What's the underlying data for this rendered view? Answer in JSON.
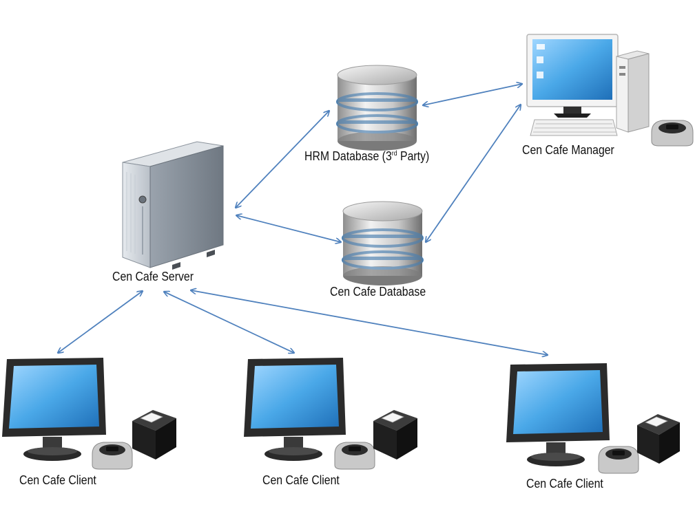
{
  "nodes": {
    "server": {
      "label": "Cen Cafe Server",
      "icon": "server-tower-icon"
    },
    "hrm_db": {
      "label_main": "HRM Database (3",
      "label_sup": "rd",
      "label_end": " Party)",
      "icon": "database-icon"
    },
    "cafe_db": {
      "label": "Cen Cafe Database",
      "icon": "database-icon"
    },
    "manager": {
      "label": "Cen Cafe Manager",
      "icon": "desktop-workstation-icon"
    },
    "client_1": {
      "label": "Cen Cafe Client",
      "icon": "monitor-icon"
    },
    "client_2": {
      "label": "Cen Cafe Client",
      "icon": "monitor-icon"
    },
    "client_3": {
      "label": "Cen Cafe Client",
      "icon": "monitor-icon"
    }
  },
  "connections": [
    [
      "server",
      "hrm_db"
    ],
    [
      "server",
      "cafe_db"
    ],
    [
      "hrm_db",
      "manager"
    ],
    [
      "cafe_db",
      "manager"
    ],
    [
      "server",
      "client_1"
    ],
    [
      "server",
      "client_2"
    ],
    [
      "server",
      "client_3"
    ]
  ],
  "colors": {
    "arrow": "#4f81bd",
    "screen": "#4aa8e8",
    "monitor": "#2b2b2b",
    "db_band": "#4a7fb0"
  }
}
